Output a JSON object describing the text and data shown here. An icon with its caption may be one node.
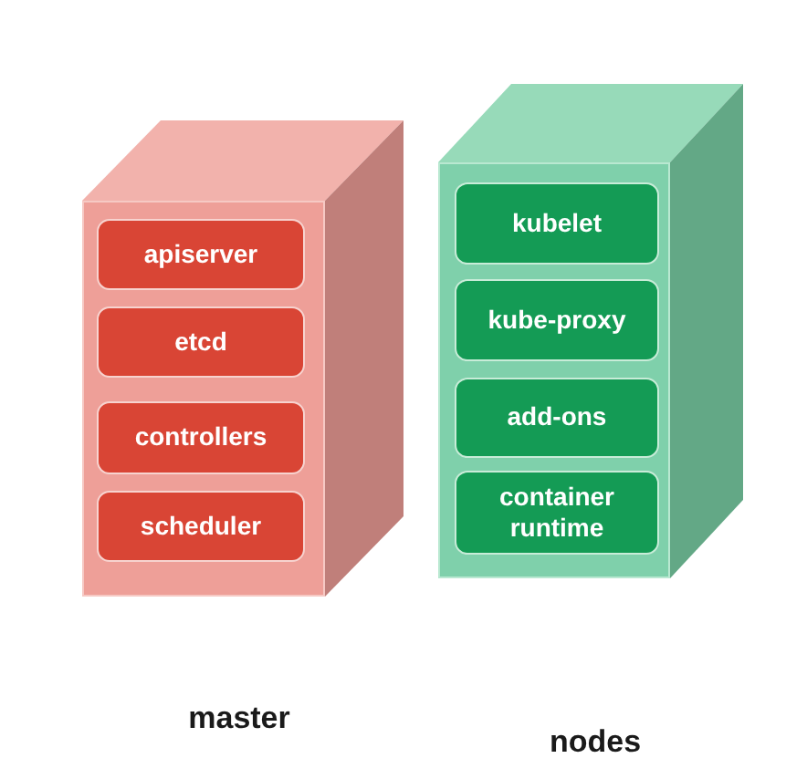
{
  "diagram": {
    "nodes": [
      {
        "text": [],
        "shape": "cube",
        "beside": [
          "master"
        ]
      },
      {
        "text": [
          "apiserver"
        ],
        "in": 0
      },
      {
        "text": [
          "etcd"
        ],
        "in": 0
      },
      {
        "text": [
          "controllers"
        ],
        "in": 0
      },
      {
        "text": [
          "scheduler"
        ],
        "in": 0
      },
      {
        "text": [],
        "shape": "cube"
      },
      {
        "text": [
          "kubelet"
        ],
        "in": 5
      },
      {
        "text": [
          "kube-proxy"
        ],
        "in": 5
      },
      {
        "text": [
          "add-ons"
        ],
        "in": 5
      },
      {
        "text": [
          "container runtime"
        ],
        "in": 5
      }
    ],
    "labels": [
      "nodes"
    ]
  }
}
